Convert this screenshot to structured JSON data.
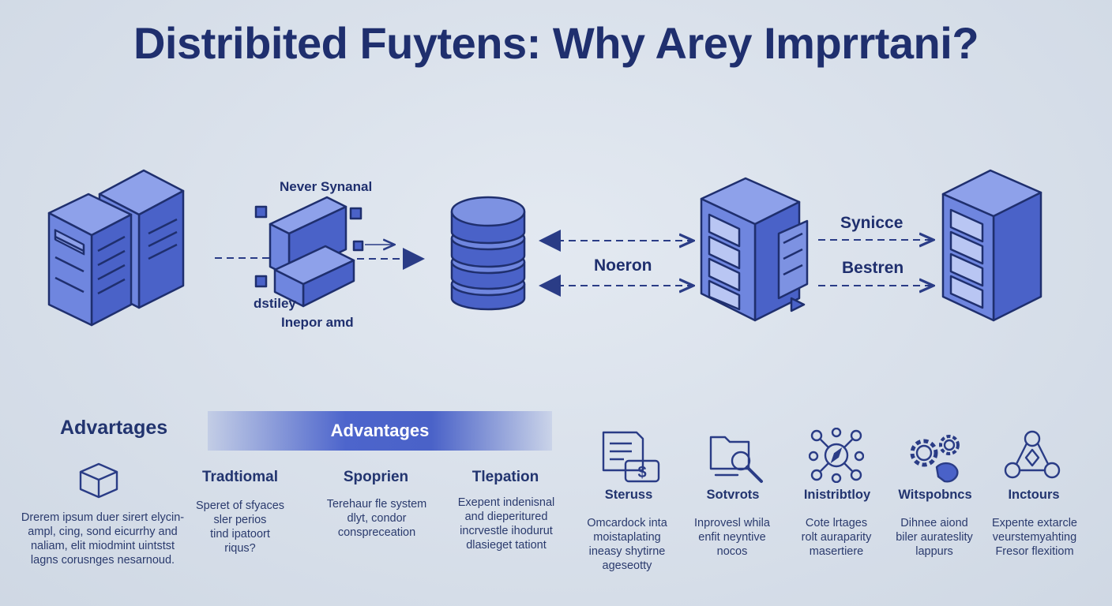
{
  "title": "Distribited Fuytens: Why Arey Imprrtani?",
  "diagram": {
    "labels": {
      "never_synanal": "Never Synanal",
      "dstiley": "dstiley",
      "inepor_amd": "Inepor amd",
      "noeron": "Noeron",
      "synicce": "Synicce",
      "bestren": "Bestren"
    },
    "colors": {
      "accent": "#4a62c8",
      "dark": "#1f2f6e",
      "light": "#7d92e2"
    }
  },
  "advantages_left": {
    "heading": "Advartages",
    "icon": "box-icon",
    "text": [
      "Drerem ipsum duer sirert elycin-",
      "ampl, cing, sond eicurrhy and",
      "naliam, elit miodmint uintstst",
      "lagns corusnges nesarnoud."
    ]
  },
  "advantages_banner": {
    "label": "Advantages"
  },
  "columns": [
    {
      "heading": "Tradtiomal",
      "text": [
        "Speret of sfyaces",
        "sler perios",
        "tind ipatoort",
        "riqus?"
      ]
    },
    {
      "heading": "Spoprien",
      "text": [
        "Terehaur fle system",
        "dlyt, condor",
        "conspreceation"
      ]
    },
    {
      "heading": "Tlepation",
      "text": [
        "Exepent indenisnal",
        "and dieperitured",
        "incrvestle ihodurut",
        "dlasieget tationt"
      ]
    }
  ],
  "features": [
    {
      "icon": "document-dollar-icon",
      "heading": "Steruss",
      "text": [
        "Omcardock inta",
        "moistaplating",
        "ineasy shytirne",
        "ageseotty"
      ]
    },
    {
      "icon": "folder-search-icon",
      "heading": "Sotvrots",
      "text": [
        "Inprovesl whila",
        "enfit neyntive",
        "nocos"
      ]
    },
    {
      "icon": "network-compass-icon",
      "heading": "Inistribtloy",
      "text": [
        "Cote lrtages",
        "rolt auraparity",
        "masertiere"
      ]
    },
    {
      "icon": "gears-hand-icon",
      "heading": "Witspobncs",
      "text": [
        "Dihnee aiond",
        "biler aurateslity",
        "lappurs"
      ]
    },
    {
      "icon": "hierarchy-icon",
      "heading": "Inctours",
      "text": [
        "Expente extarcle",
        "veurstemyahting",
        "Fresor flexitiom"
      ]
    }
  ]
}
